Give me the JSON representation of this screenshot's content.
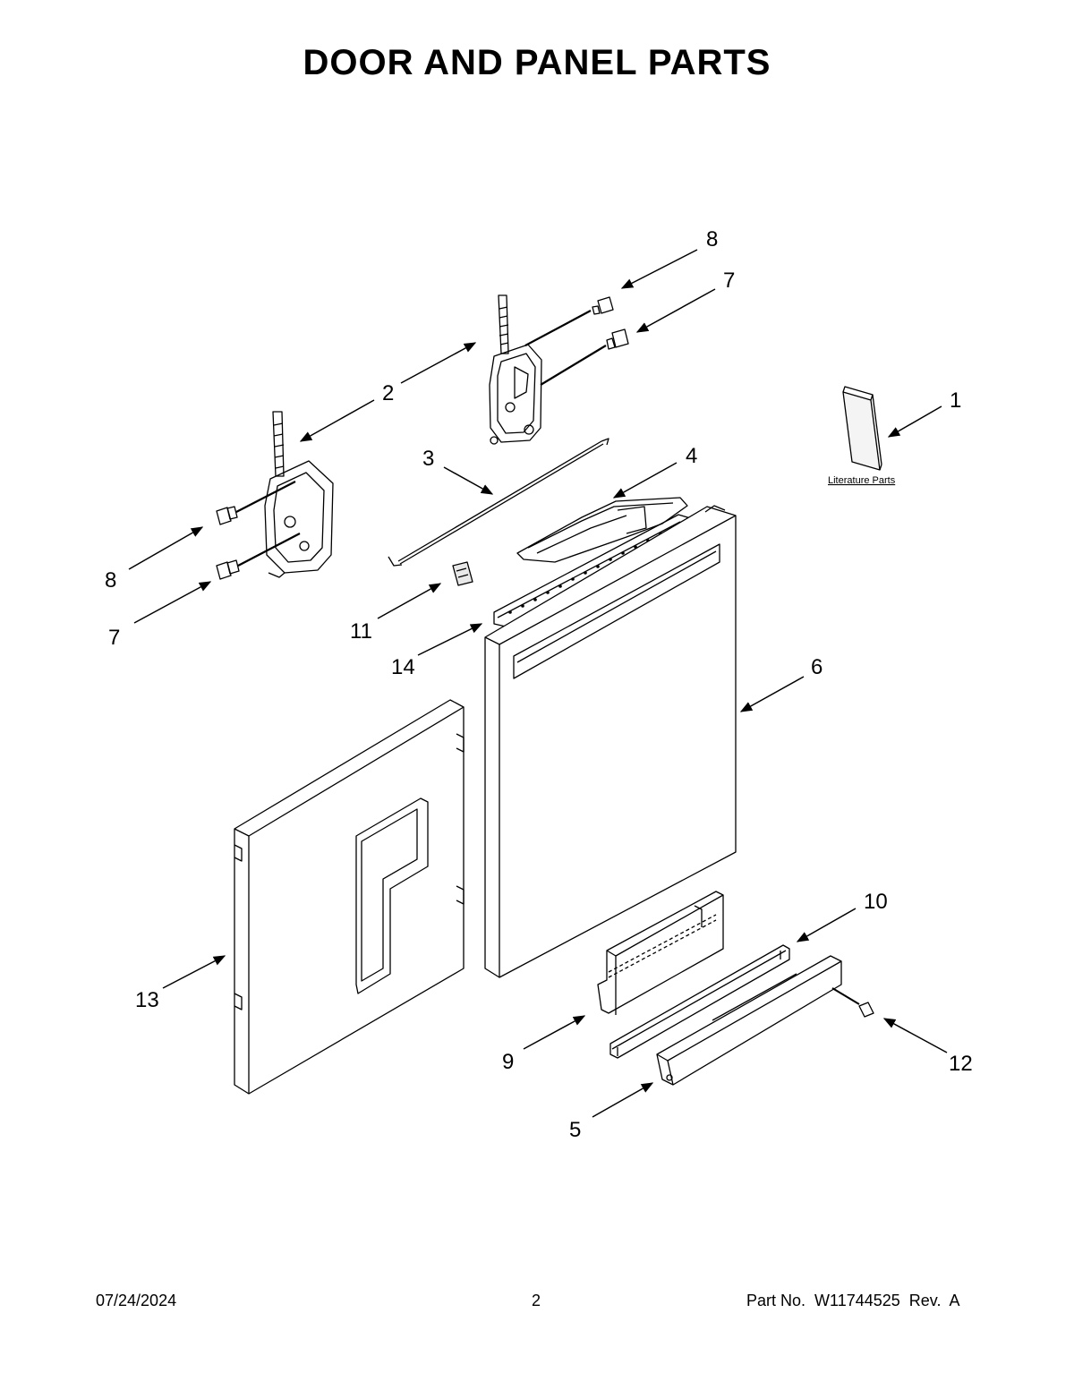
{
  "title": "DOOR AND PANEL PARTS",
  "footer": {
    "date": "07/24/2024",
    "page": "2",
    "part": "Part No.  W11744525  Rev.  A"
  },
  "literature_label": "Literature Parts",
  "callouts": {
    "c1": "1",
    "c2": "2",
    "c3": "3",
    "c4": "4",
    "c5": "5",
    "c6": "6",
    "c7a": "7",
    "c7b": "7",
    "c8a": "8",
    "c8b": "8",
    "c9": "9",
    "c10": "10",
    "c11": "11",
    "c12": "12",
    "c13": "13",
    "c14": "14"
  }
}
